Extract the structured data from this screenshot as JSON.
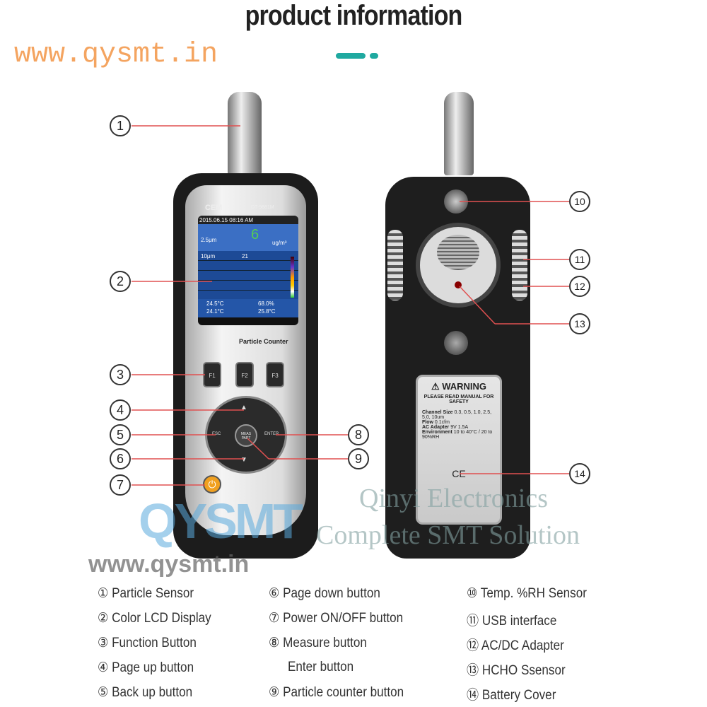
{
  "title": "product information",
  "watermark_url": "www.qysmt.in",
  "watermark": {
    "logo": "QYSMT",
    "url2": "www.qysmt.in",
    "company": "Qinyi Electronics",
    "slogan": "Complete SMT Solution"
  },
  "device_front": {
    "brand": "CEM",
    "model": "DT-9881M",
    "screen": {
      "status": "2015.06.15 08:16 AM",
      "row1_label": "2.5μm",
      "value": "6",
      "unit": "ug/m³",
      "row2_label": "10μm",
      "row2_value": "21",
      "temp1": "24.5°C",
      "temp2": "24.1°C",
      "rh1": "68.0%",
      "rh2": "25.8°C",
      "footer": "Particle Counter"
    },
    "buttons": [
      "F1",
      "F2",
      "F3"
    ],
    "dpad": {
      "left": "ESC",
      "right": "ENTER",
      "center": "MEAS PART"
    }
  },
  "device_back": {
    "warning_title": "WARNING",
    "warning_sub": "PLEASE READ MANUAL FOR SAFETY",
    "specs": [
      [
        "Channel Size",
        "0.3, 0.5, 1.0, 2.5, 5.0, 10um"
      ],
      [
        "Flow",
        "0.1cfm"
      ],
      [
        "AC Adapter",
        "9V 1.5A"
      ],
      [
        "Environment",
        "10 to 40°C / 20 to 90%RH"
      ]
    ],
    "ce": "CE"
  },
  "callouts": [
    "1",
    "2",
    "3",
    "4",
    "5",
    "6",
    "7",
    "8",
    "9",
    "10",
    "11",
    "12",
    "13",
    "14"
  ],
  "legend": {
    "col1": [
      "① Particle Sensor",
      "② Color LCD Display",
      "③ Function Button",
      "④ Page up button",
      "⑤ Back up button"
    ],
    "col2": [
      "⑥ Page down button",
      "⑦ Power ON/OFF button",
      "⑧ Measure button",
      "Enter button",
      "⑨ Particle counter button"
    ],
    "col3": [
      "⑩ Temp. %RH Sensor",
      "⑪ USB interface",
      "⑫ AC/DC Adapter",
      "⑬ HCHO Ssensor",
      "⑭ Battery Cover"
    ]
  }
}
